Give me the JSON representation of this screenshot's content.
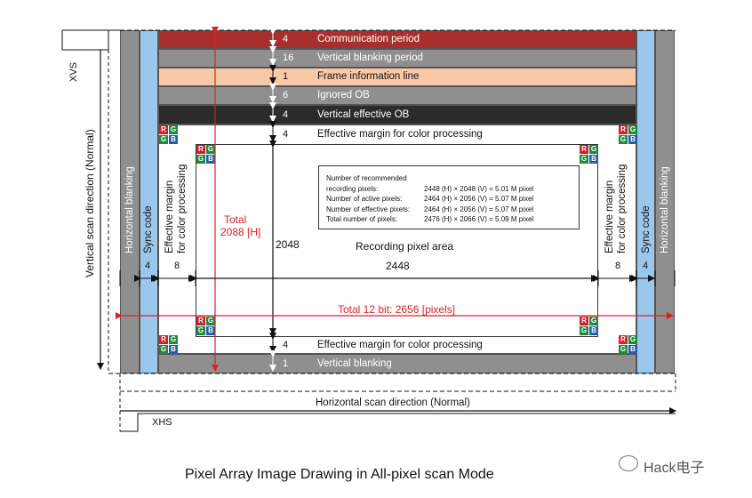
{
  "labels": {
    "xvs": "XVS",
    "xhs": "XHS",
    "vertical_scan": "Vertical scan direction (Normal)",
    "horizontal_scan": "Horizontal scan direction (Normal)",
    "horizontal_blanking": "Horizontal blanking",
    "sync_code": "Sync code",
    "effective_margin_side_1": "Effective margin",
    "effective_margin_side_2": "for color processing",
    "total_v_1": "Total",
    "total_v_2": "2088 [H]",
    "v_active": "2048",
    "recording_area": "Recording pixel area",
    "h_active": "2448",
    "total_h": "Total 12 bit: 2656 [pixels]",
    "h_left_4": "4",
    "h_left_8": "8",
    "h_right_8": "8",
    "h_right_4": "4",
    "caption": "Pixel Array Image Drawing in All-pixel scan Mode",
    "watermark": "Hack电子"
  },
  "rgb": {
    "r": "R",
    "g": "G",
    "b": "B"
  },
  "bands_top": [
    {
      "num": "4",
      "label": "Communication period",
      "color": "#a8302c",
      "text": "#ffffff"
    },
    {
      "num": "16",
      "label": "Vertical blanking period",
      "color": "#8f8f8f",
      "text": "#ffffff"
    },
    {
      "num": "1",
      "label": "Frame information line",
      "color": "#f7c9a6",
      "text": "#111111"
    },
    {
      "num": "6",
      "label": "Ignored OB",
      "color": "#8f8f8f",
      "text": "#ffffff"
    },
    {
      "num": "4",
      "label": "Vertical effective OB",
      "color": "#2b2b2b",
      "text": "#ffffff"
    },
    {
      "num": "4",
      "label": "Effective margin for color processing",
      "color": "#ffffff",
      "text": "#111111"
    }
  ],
  "bands_bottom": [
    {
      "num": "4",
      "label": "Effective margin for color processing",
      "color": "#ffffff",
      "text": "#111111"
    },
    {
      "num": "1",
      "label": "Vertical blanking",
      "color": "#8f8f8f",
      "text": "#ffffff"
    }
  ],
  "info": [
    {
      "k": "Number of recommended",
      "v": ""
    },
    {
      "k": "recording pixels:",
      "v": "2448 (H) × 2048 (V) = 5.01 M pixel"
    },
    {
      "k": "Number of active pixels:",
      "v": "2464 (H) × 2056 (V) = 5.07 M pixel"
    },
    {
      "k": "Number of effective pixels:",
      "v": "2464 (H) × 2056 (V) = 5.07 M pixel"
    },
    {
      "k": "Total number of pixels:",
      "v": "2476 (H) × 2066 (V) = 5.09 M pixel"
    }
  ],
  "colors": {
    "blanking": "#8f8f8f",
    "sync": "#9cc7ec",
    "red_line": "#e02020",
    "dark": "#2b2b2b"
  }
}
